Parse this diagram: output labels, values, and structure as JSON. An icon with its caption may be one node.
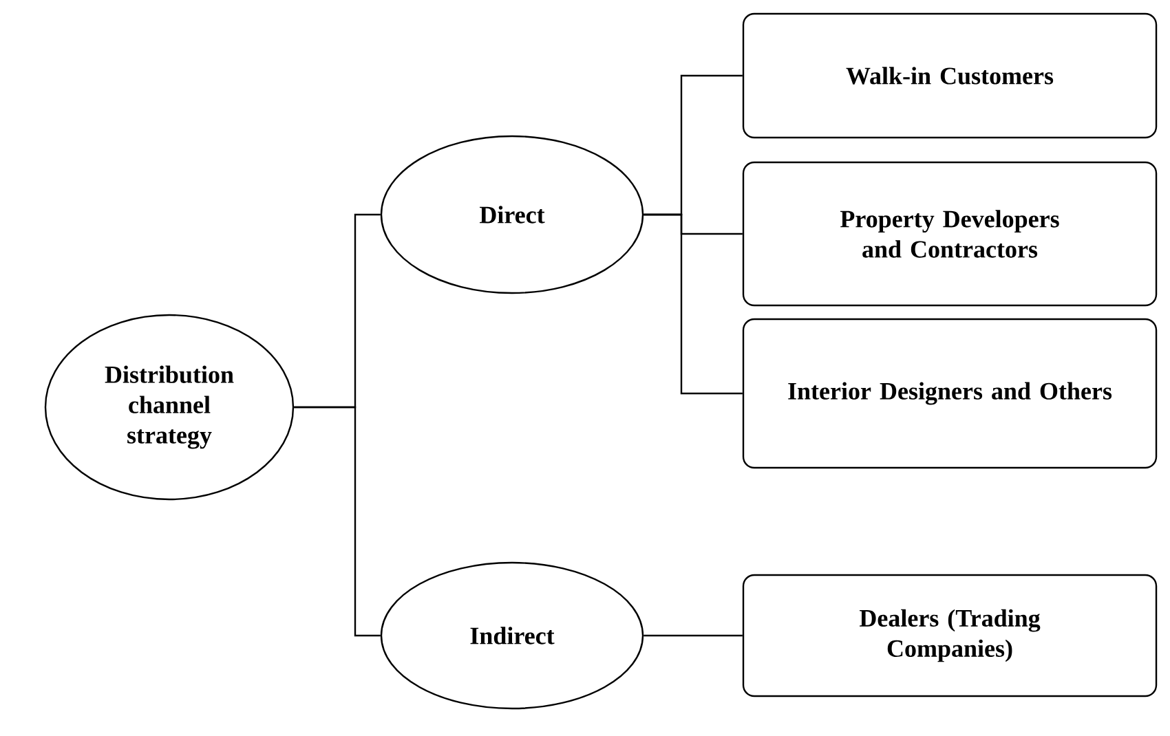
{
  "diagram": {
    "nodes": [
      {
        "text": [
          "Distribution channel strategy"
        ]
      },
      {
        "text": [
          "Direct"
        ]
      },
      {
        "text": [
          "Indirect"
        ]
      },
      {
        "text": [
          "Walk-in Customers"
        ]
      },
      {
        "text": [
          "Property Developers and Contractors"
        ]
      },
      {
        "text": [
          "Interior Designers and Others"
        ]
      },
      {
        "text": [
          "Dealers (Trading Companies)"
        ]
      }
    ],
    "edges": [
      {
        "from": 0,
        "to": 1,
        "arrow": "none"
      },
      {
        "from": 0,
        "to": 2,
        "arrow": "none"
      },
      {
        "from": 1,
        "to": 3,
        "arrow": "none"
      },
      {
        "from": 1,
        "to": 4,
        "arrow": "none"
      },
      {
        "from": 1,
        "to": 5,
        "arrow": "none"
      },
      {
        "from": 2,
        "to": 6,
        "arrow": "none"
      }
    ]
  }
}
